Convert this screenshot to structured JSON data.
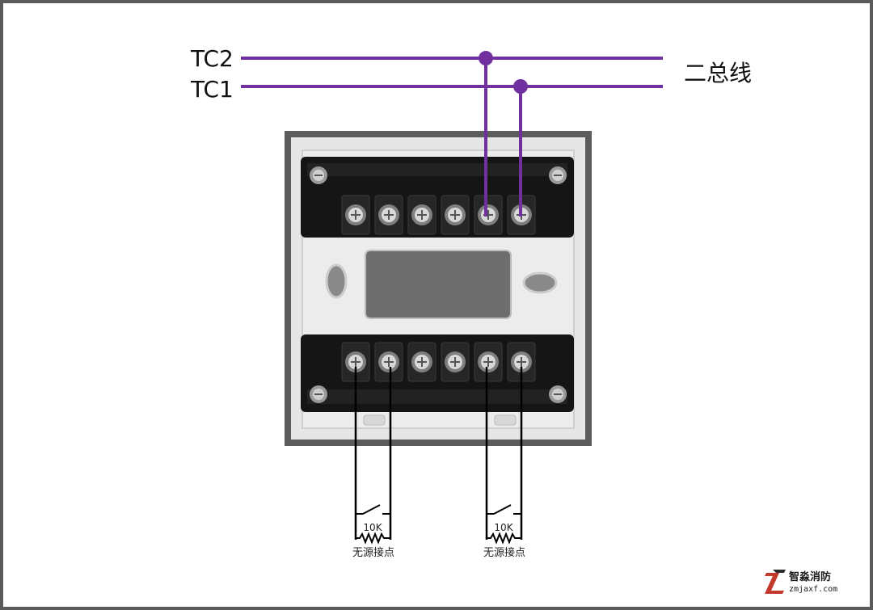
{
  "bus": {
    "tc2_label": "TC2",
    "tc1_label": "TC1",
    "bus_name": "二总线",
    "wire_color": "#7030a0"
  },
  "device": {
    "top_terminal_count": 6,
    "bottom_terminal_count": 6
  },
  "contacts": [
    {
      "resistor_label": "10K",
      "caption": "无源接点"
    },
    {
      "resistor_label": "10K",
      "caption": "无源接点"
    }
  ],
  "watermark": {
    "name": "智淼消防",
    "url": "zmjaxf.com"
  }
}
